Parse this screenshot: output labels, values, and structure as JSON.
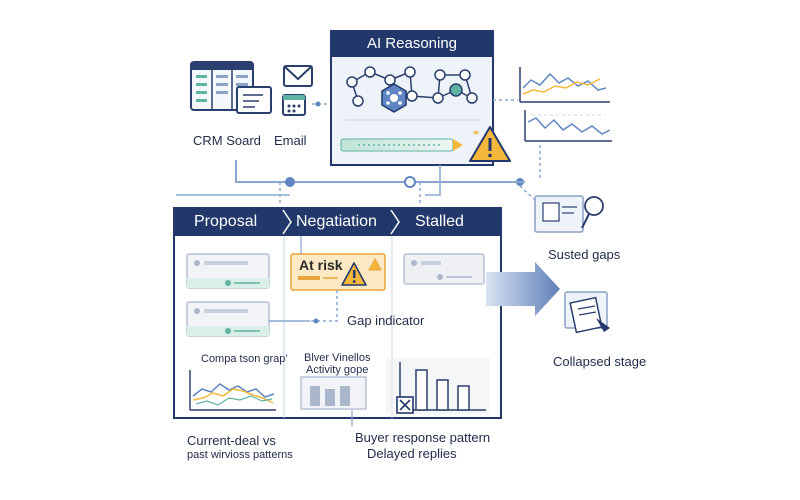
{
  "reasoning": {
    "title": "AI Reasoning"
  },
  "sources": {
    "crm_label": "CRM Soard",
    "email_label": "Email"
  },
  "pipeline": {
    "stages": [
      "Proposal",
      "Negatiation",
      "Stalled"
    ],
    "at_risk_label": "At risk",
    "gap_indicator_label": "Gap indicator",
    "comparison_label": "Compa tson grap’",
    "activity_title": "Blver Vinellos",
    "activity_subtitle": "Activity gope"
  },
  "side": {
    "sensed_gaps_label": "Susted gaps",
    "collapsed_stage_label": "Collapsed stage"
  },
  "captions": {
    "current_line1": "Current-deal vs",
    "current_line2": "past wirvioss patterns",
    "buyer_line1": "Buyer response pattern",
    "buyer_line2": "Delayed replies"
  },
  "colors": {
    "navy": "#22386b",
    "accent_blue": "#5f86c2",
    "warning": "#f5b73b",
    "teal": "#5fb3a2",
    "pale_blue": "#eef3fa"
  }
}
